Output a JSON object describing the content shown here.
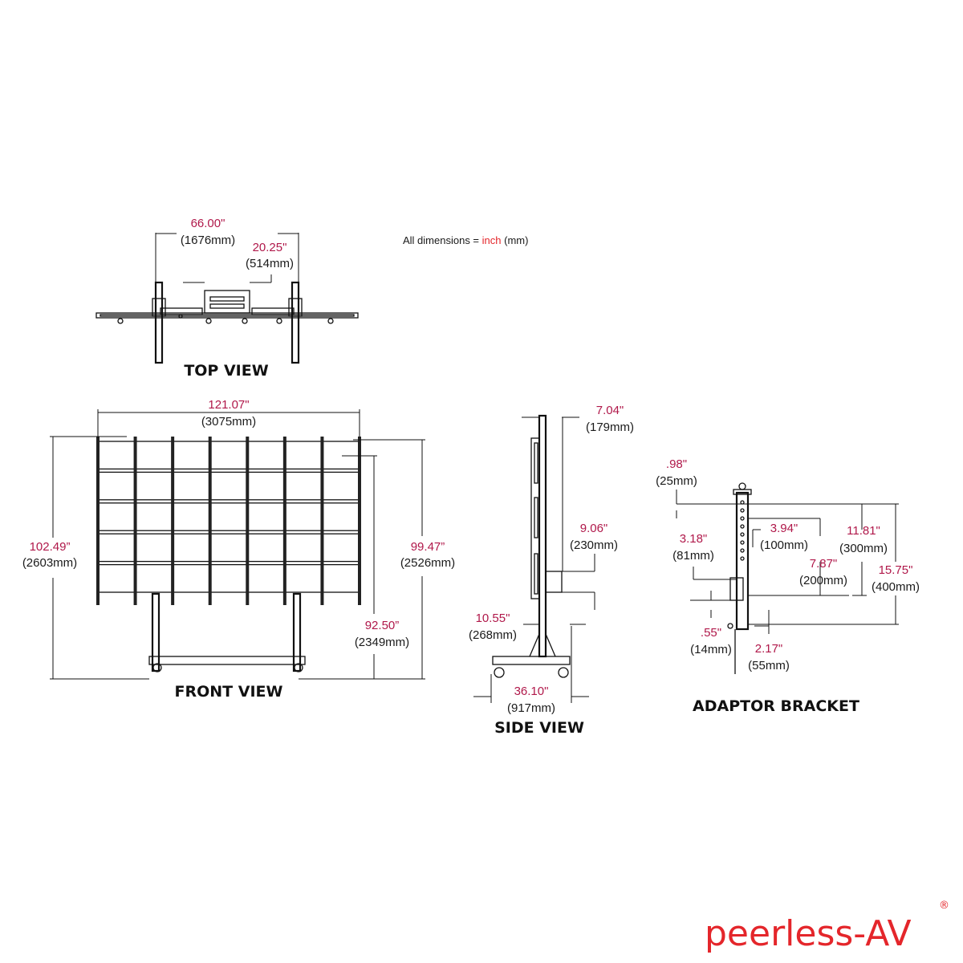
{
  "note": {
    "prefix": "All dimensions = ",
    "unit": "inch",
    "suffix": " (mm)",
    "unit_color": "#e4262b"
  },
  "labels": {
    "top": "TOP VIEW",
    "front": "FRONT VIEW",
    "side": "SIDE VIEW",
    "bracket": "ADAPTOR BRACKET"
  },
  "top_view": {
    "width": {
      "inch": "66.00\"",
      "mm": "(1676mm)"
    },
    "spacing": {
      "inch": "20.25\"",
      "mm": "(514mm)"
    }
  },
  "front_view": {
    "width": {
      "inch": "121.07\"",
      "mm": "(3075mm)"
    },
    "total_height": {
      "inch": "102.49”",
      "mm": "(2603mm)"
    },
    "wall_height": {
      "inch": "99.47”",
      "mm": "(2526mm)"
    },
    "center_height": {
      "inch": "92.50”",
      "mm": "(2349mm)"
    }
  },
  "side_view": {
    "top_depth": {
      "inch": "7.04\"",
      "mm": "(179mm)"
    },
    "shelf_depth": {
      "inch": "9.06\"",
      "mm": "(230mm)"
    },
    "base_offset": {
      "inch": "10.55\"",
      "mm": "(268mm)"
    },
    "base_depth": {
      "inch": "36.10\"",
      "mm": "(917mm)"
    }
  },
  "adaptor_bracket": {
    "top": {
      "inch": ".98\"",
      "mm": "(25mm)"
    },
    "a": {
      "inch": "3.18\"",
      "mm": "(81mm)"
    },
    "b": {
      "inch": "3.94\"",
      "mm": "(100mm)"
    },
    "c": {
      "inch": "7.87\"",
      "mm": "(200mm)"
    },
    "d": {
      "inch": "11.81\"",
      "mm": "(300mm)"
    },
    "e": {
      "inch": "15.75\"",
      "mm": "(400mm)"
    },
    "f": {
      "inch": ".55\"",
      "mm": "(14mm)"
    },
    "g": {
      "inch": "2.17\"",
      "mm": "(55mm)"
    }
  },
  "brand": {
    "name": "peerless-AV",
    "mark": "®",
    "color": "#e4262b"
  }
}
